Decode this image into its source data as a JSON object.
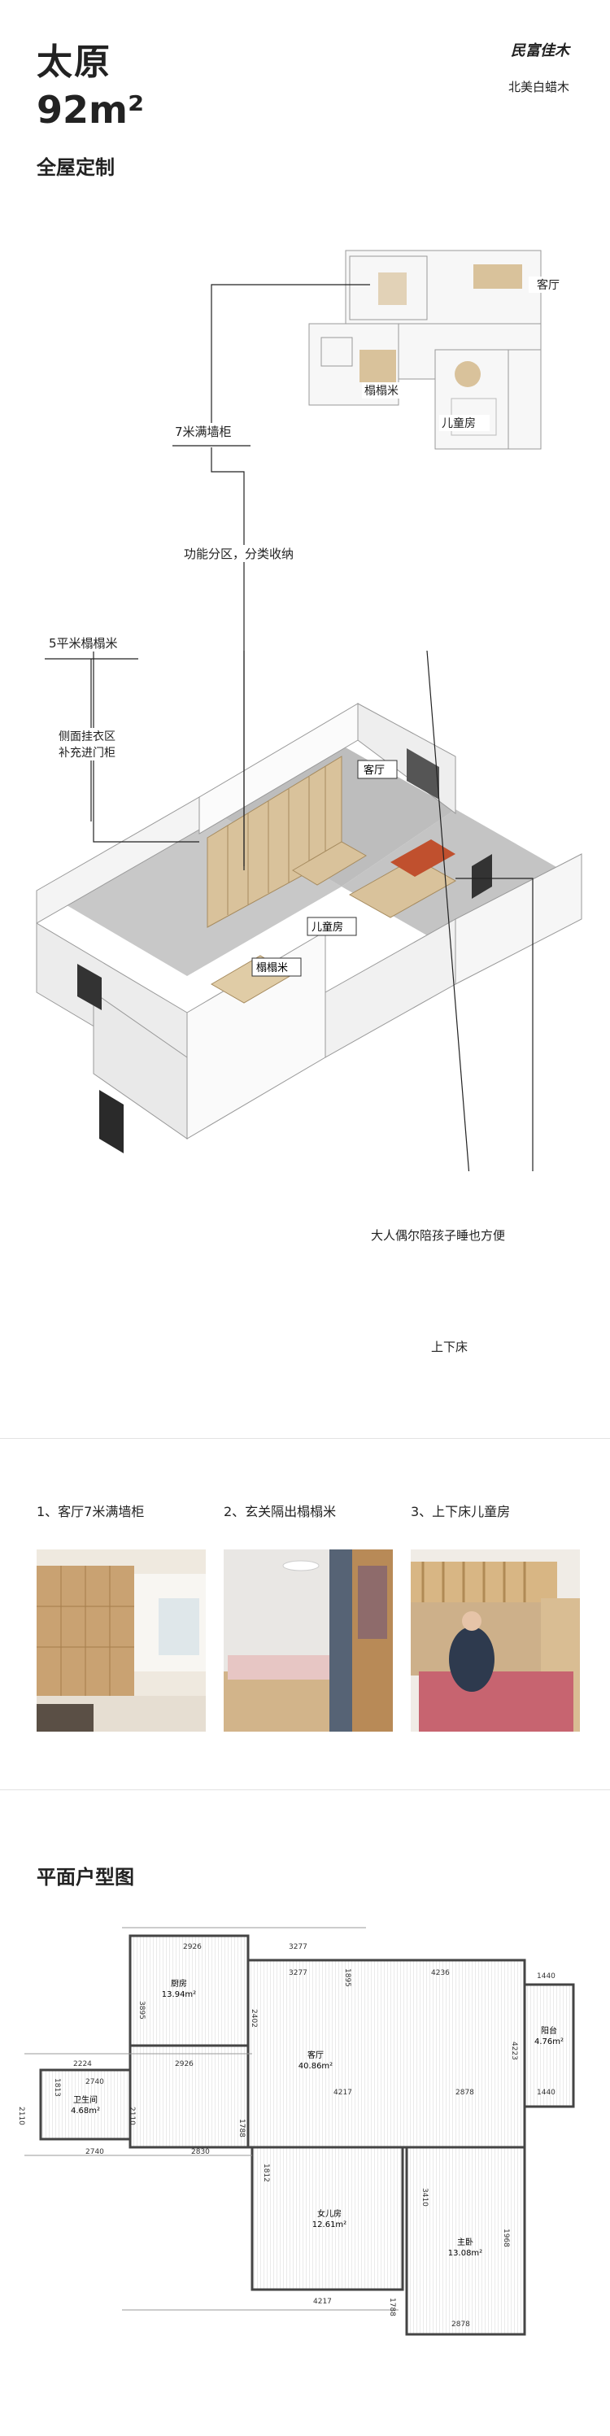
{
  "header": {
    "city": "太原",
    "area": "92m²",
    "subtitle": "全屋定制",
    "brand_logo": "民富佳木",
    "brand_tagline": "北美白蜡木"
  },
  "iso": {
    "labels": {
      "wall_cabinet": "7米满墙柜",
      "zoning": "功能分区，分类收纳",
      "tatami": "5平米榻榻米",
      "side_hanging_1": "侧面挂衣区",
      "side_hanging_2": "补充进门柜",
      "living": "客厅",
      "kids_room": "儿童房",
      "tatami_room": "榻榻米",
      "adult_note": "大人偶尔陪孩子睡也方便",
      "bunk": "上下床"
    },
    "mini_plan": {
      "living": "客厅",
      "tatami": "榻榻米",
      "kids": "儿童房"
    }
  },
  "gallery": [
    {
      "title": "1、客厅7米满墙柜"
    },
    {
      "title": "2、玄关隔出榻榻米"
    },
    {
      "title": "3、上下床儿童房"
    }
  ],
  "floorplan": {
    "title": "平面户型图",
    "rooms": {
      "kitchen": "厨房",
      "kitchen_area": "13.94m²",
      "living": "客厅",
      "living_area": "40.86m²",
      "balcony": "阳台",
      "balcony_area": "4.76m²",
      "bath": "卫生间",
      "bath_area": "4.68m²",
      "girl": "女儿房",
      "girl_area": "12.61m²",
      "master": "主卧",
      "master_area": "13.08m²"
    },
    "dims": {
      "d2926a": "2926",
      "d3277a": "3277",
      "d1895": "1895",
      "d3277b": "3277",
      "d4236": "4236",
      "d1440a": "1440",
      "d3895": "3895",
      "d2402": "2402",
      "d4223": "4223",
      "d2224": "2224",
      "d2926b": "2926",
      "d1813": "1813",
      "d2740a": "2740",
      "d4217a": "4217",
      "d2878a": "2878",
      "d1440b": "1440",
      "d2110a": "2110",
      "d2110b": "2110",
      "d1788a": "1788",
      "d2740b": "2740",
      "d2830": "2830",
      "d1812": "1812",
      "d3410": "3410",
      "d1968": "1968",
      "d4217b": "4217",
      "d1788b": "1788",
      "d2878b": "2878"
    }
  },
  "colors": {
    "wood": "#d9c29b",
    "wall_side": "#ececec",
    "floor": "#b9b9b9",
    "accent_red": "#c0502e"
  }
}
